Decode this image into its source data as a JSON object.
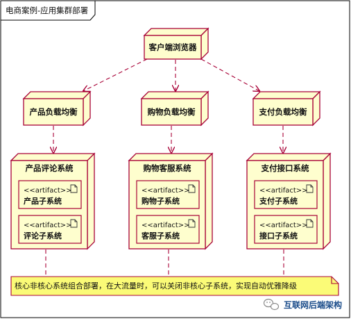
{
  "diagram": {
    "title": "电商案例-应用集群部署",
    "browser": "客户端浏览器",
    "balancers": [
      "产品负载均衡",
      "购物负载均衡",
      "支付负载均衡"
    ],
    "systems": [
      {
        "name": "产品评论系统",
        "artifacts": [
          {
            "stereotype": "<<artifact>>",
            "name": "产品子系统"
          },
          {
            "stereotype": "<<artifact>>",
            "name": "评论子系统"
          }
        ]
      },
      {
        "name": "购物客服系统",
        "artifacts": [
          {
            "stereotype": "<<artifact>>",
            "name": "购物子系统"
          },
          {
            "stereotype": "<<artifact>>",
            "name": "客服子系统"
          }
        ]
      },
      {
        "name": "支付接口系统",
        "artifacts": [
          {
            "stereotype": "<<artifact>>",
            "name": "支付子系统"
          },
          {
            "stereotype": "<<artifact>>",
            "name": "接口子系统"
          }
        ]
      }
    ],
    "note": "核心非核心系统组合部署，在大流量时，可以关闭非核心子系统，实现自动优雅降级",
    "watermark": "互联网后端架构",
    "colors": {
      "node_fill": "#FEFECE",
      "node_stroke": "#A80036",
      "arrow": "#A80036",
      "note_fill": "#FBFB77"
    }
  }
}
